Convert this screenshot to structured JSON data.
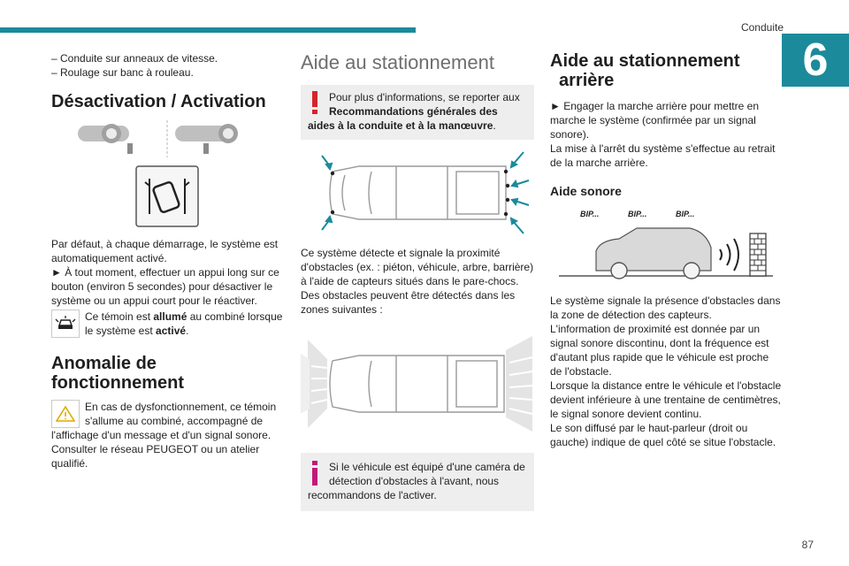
{
  "header": {
    "section": "Conduite",
    "chapter": "6",
    "page_number": "87"
  },
  "col1": {
    "bullets": [
      "–  Conduite sur anneaux de vitesse.",
      "–  Roulage sur banc à rouleau."
    ],
    "heading_activation": "Désactivation / Activation",
    "p1": "Par défaut, à chaque démarrage, le système est automatiquement activé.",
    "p2": "►  À tout moment, effectuer un appui long sur ce bouton (environ 5 secondes) pour désactiver le système ou un appui court pour le réactiver.",
    "lamp_pre": "Ce témoin est ",
    "lamp_bold1": "allumé",
    "lamp_mid": " au combiné lorsque le système est ",
    "lamp_bold2": "activé",
    "lamp_end": ".",
    "heading_fault_1": "Anomalie de",
    "heading_fault_2": "fonctionnement",
    "fault_text": "En cas de dysfonctionnement, ce témoin s'allume au combiné, accompagné de l'affichage d'un message et d'un signal sonore. Consulter le réseau PEUGEOT ou un atelier qualifié."
  },
  "col2": {
    "heading": "Aide au stationnement",
    "note1_pre": "Pour plus d'informations, se reporter aux ",
    "note1_bold": "Recommandations générales des aides à la conduite et à la manœuvre",
    "note1_end": ".",
    "p1": "Ce système détecte et signale la proximité d'obstacles (ex. : piéton, véhicule, arbre, barrière) à l'aide de capteurs situés dans le pare-chocs.",
    "p2": "Des obstacles peuvent être détectés dans les zones suivantes :",
    "note2": "Si le véhicule est équipé d'une caméra de détection d'obstacles à l'avant, nous recommandons de l'activer."
  },
  "col3": {
    "heading_1": "Aide au stationnement",
    "heading_2": "arrière",
    "p1": "►  Engager la marche arrière pour mettre en marche le système (confirmée par un signal sonore).",
    "p2": "La mise à l'arrêt du système s'effectue au retrait de la marche arrière.",
    "sub_heading": "Aide sonore",
    "beeps": [
      "BIP...",
      "BIP...",
      "BIP..."
    ],
    "p3": "Le système signale la présence d'obstacles dans la zone de détection des capteurs.",
    "p4": "L'information de proximité est donnée par un signal sonore discontinu, dont la fréquence est d'autant plus rapide que le véhicule est proche de l'obstacle.",
    "p5": "Lorsque la distance entre le véhicule et l'obstacle devient inférieure à une trentaine de centimètres, le signal sonore devient continu.",
    "p6": "Le son diffusé par le haut-parleur (droit ou gauche) indique de quel côté se situe l'obstacle."
  },
  "colors": {
    "accent": "#1b8a9b",
    "warning_red": "#d6232a",
    "info_pink": "#c2187a",
    "warning_yellow": "#e0a800"
  }
}
